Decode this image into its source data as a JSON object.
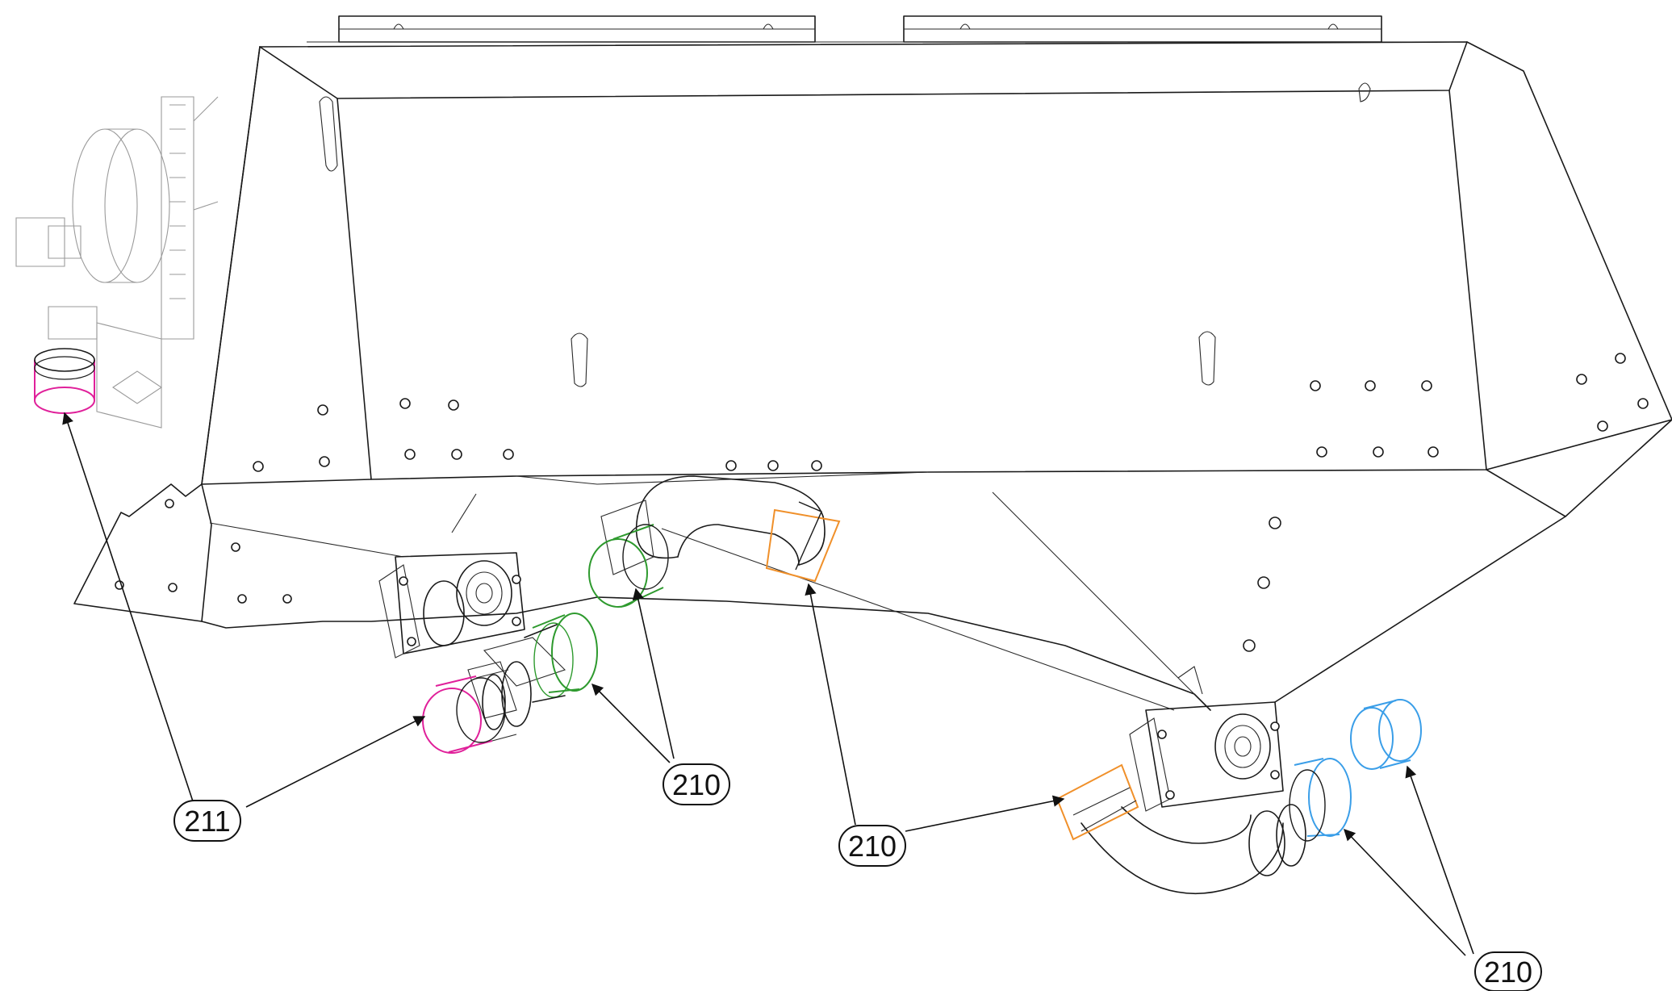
{
  "callouts": {
    "c1": "211",
    "c2": "210",
    "c3": "210",
    "c4": "210"
  },
  "part_colors": {
    "part_211": "#e0209a",
    "part_210_green": "#2e9a2e",
    "part_210_orange": "#f0902a",
    "part_210_blue": "#3a9ee8"
  }
}
